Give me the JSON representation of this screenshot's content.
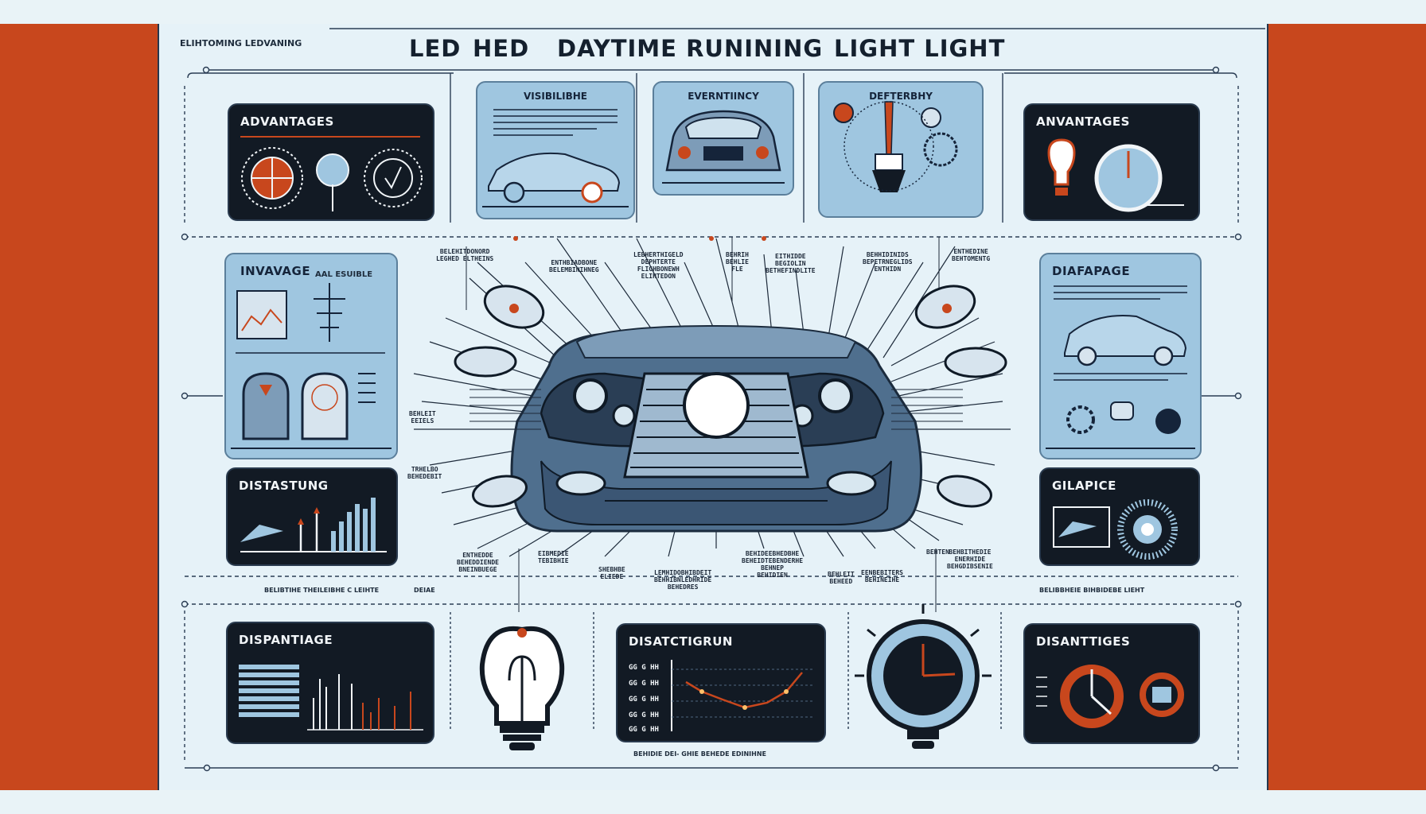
{
  "header": {
    "corner_label": "ELIHTOMING LEDVANING",
    "title_parts": [
      "LED",
      "HED",
      "DAYTIME RUNINING",
      "LIGHT LIGHT"
    ]
  },
  "top_panels": [
    {
      "title": "ADVANTAGES",
      "theme": "dark"
    },
    {
      "title": "VISIBILIBHE",
      "theme": "light"
    },
    {
      "title": "EVERNTIINCY",
      "theme": "light"
    },
    {
      "title": "DEFTERBHY",
      "theme": "light"
    },
    {
      "title": "ANVANTAGES",
      "theme": "dark"
    }
  ],
  "side_panels": {
    "left_upper": {
      "title": "INVAVAGE",
      "subtitle": "AAL ESUIBLE"
    },
    "left_lower": {
      "title": "DISTASTUNG"
    },
    "right_upper": {
      "title": "DIAFAPAGE"
    },
    "right_lower": {
      "title": "GILAPICE"
    }
  },
  "bottom_panels": [
    {
      "title": "DISPANTIAGE"
    },
    {
      "title": "DISATCTIGRUN"
    },
    {
      "title": "DISANTTIGES"
    }
  ],
  "callouts": [
    "BELEHITDONORD\nLEGHED ELTHEINS",
    "ENTHBIADBONE\nBELEMBINIHNEG",
    "LEBHERTHIGELD\nDEPHTERTE\nFLIGHBONEWH\nELIHTEDON",
    "BEHRIH\nBEHLIE\nFLE",
    "EITHIDDE\nBEGIOLIN\nBETHEFINDLITE",
    "BEHHIDINIDS\nBEPETRNEGLIDS\nENTHIDN",
    "ENTHEDINE\nBEHTOMENTG",
    "BEHLEIT\nEEIELS",
    "TRHELBO\nBEHEDEBIT",
    "ENTHEDDE\nBEHEDDIENDE\nBNEINBUEGE",
    "EIBMEDIE\nTEBIBHIE",
    "SHEBHBE\nELIEDE",
    "LEMHIDOBHIBDEIT\nBEHHIBNLEDHRIDE\nBEHEDRES",
    "BEHIDEEBHEDBHE\nBEHEIDTEBENDERHE\nBEHNEP\nBEHIDIEN",
    "BEHLEIT\nBEHEED",
    "EENBEBITERS\nBEHINEIHE",
    "BEHTEN",
    "BEHBITHEDIE\nENERHIDE\nBEHGDIBSENIE"
  ],
  "footer_labels": {
    "left": "BELIBTIHE THEILEIBHE C LEIHTE",
    "left_small": "DEIAE",
    "right": "BELIBBHEIE BIHBIDEBE LIEHT",
    "bottom_center": "BEHIDIE DEI- GHIE BEHEDE EDINIHNE"
  },
  "graph_ticks": [
    "GG G HH",
    "GG G HH",
    "GG G HH",
    "GG G HH",
    "GG G HH"
  ],
  "colors": {
    "accent": "#c8471d",
    "dark": "#121a24",
    "light": "#9fc6e0",
    "ink": "#24384f",
    "band": "#c8471d"
  }
}
